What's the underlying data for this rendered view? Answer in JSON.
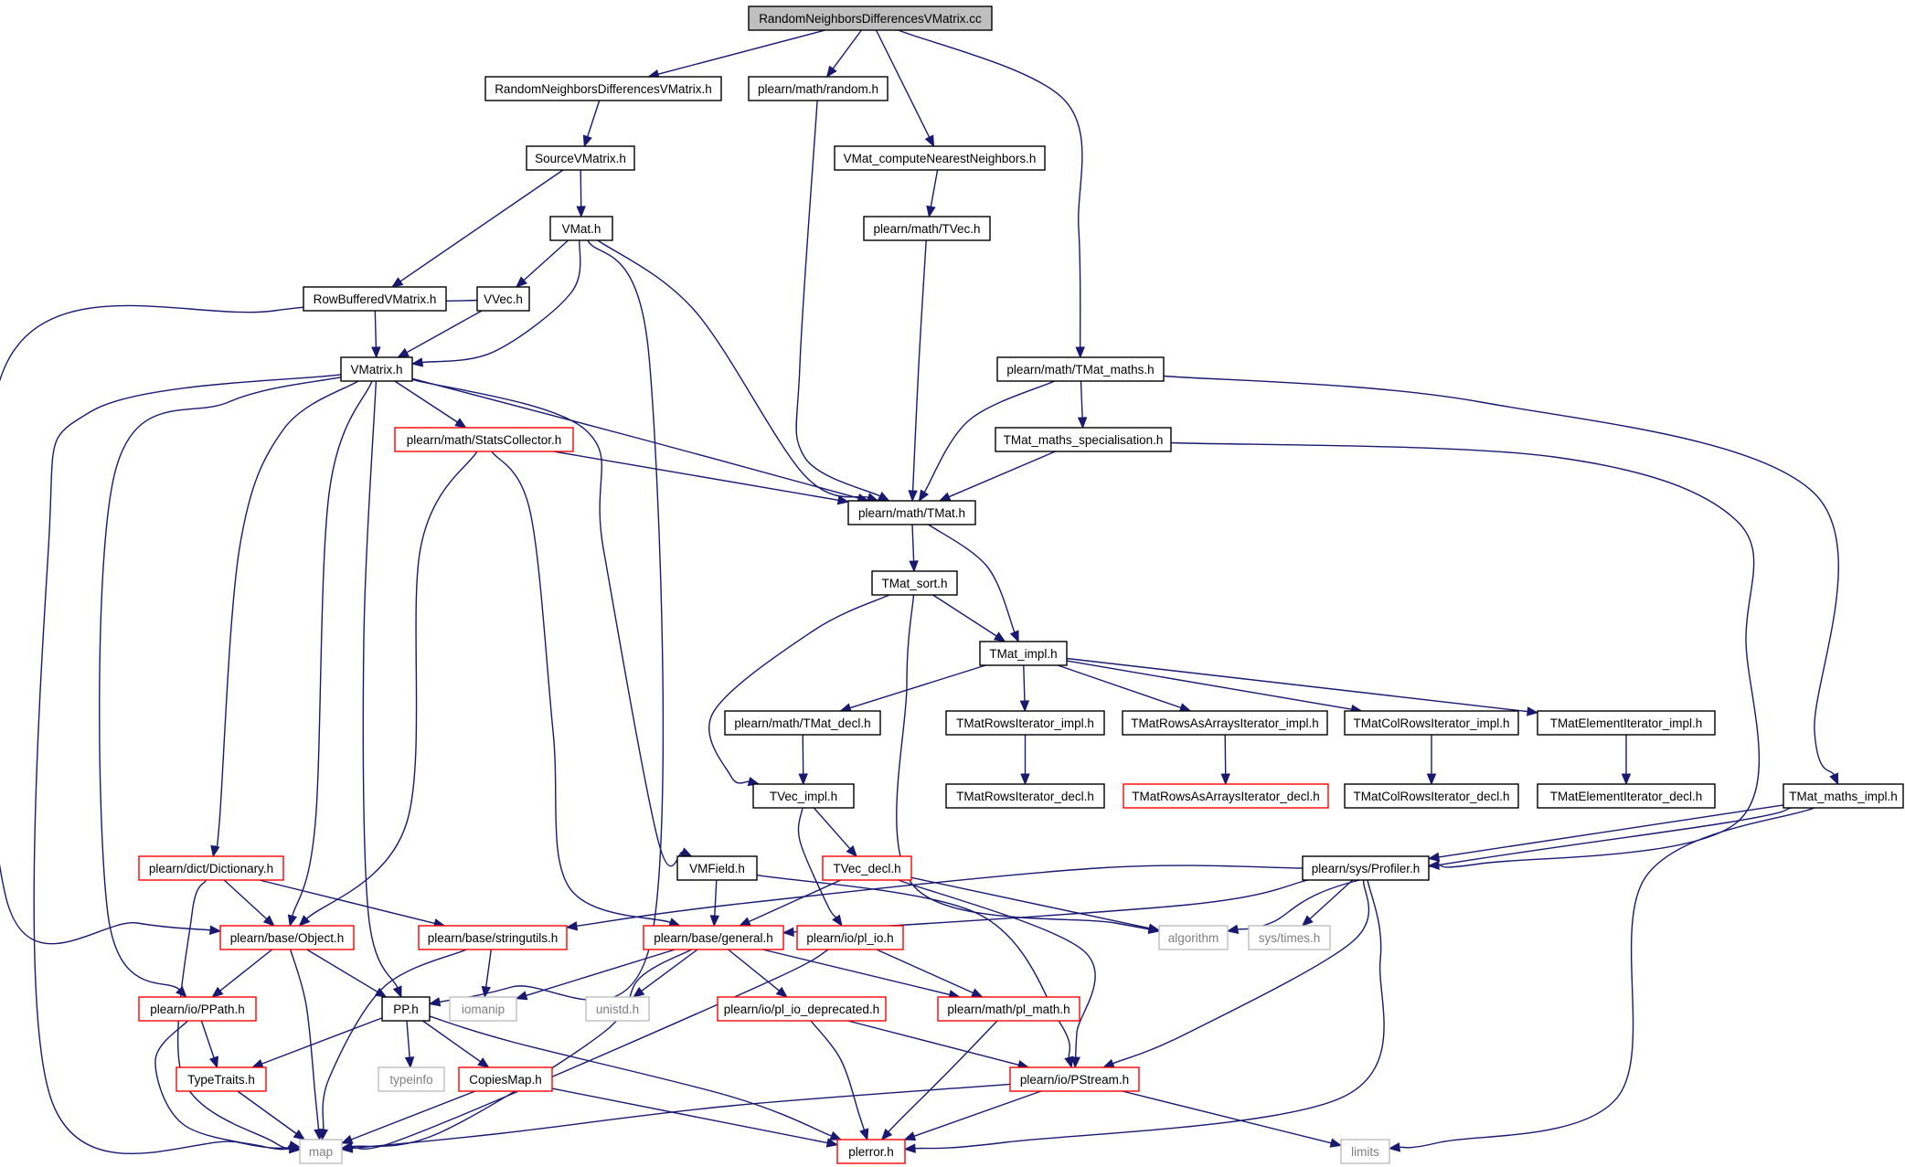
{
  "colors": {
    "edge": "#191970",
    "normal_border": "#000000",
    "truncated_border": "#ff0000",
    "external_border": "#bfbfbf",
    "root_fill": "#bfbfbf",
    "external_text": "#7f7f7f"
  },
  "nodes": [
    {
      "id": "root",
      "label": "RandomNeighborsDifferencesVMatrix.cc",
      "kind": "root"
    },
    {
      "id": "rndvm_h",
      "label": "RandomNeighborsDifferencesVMatrix.h",
      "kind": "normal"
    },
    {
      "id": "random_h",
      "label": "plearn/math/random.h",
      "kind": "normal"
    },
    {
      "id": "vmat_cnn",
      "label": "VMat_computeNearestNeighbors.h",
      "kind": "normal"
    },
    {
      "id": "sourcevm",
      "label": "SourceVMatrix.h",
      "kind": "normal"
    },
    {
      "id": "vmat_h",
      "label": "VMat.h",
      "kind": "normal"
    },
    {
      "id": "tvec_h",
      "label": "plearn/math/TVec.h",
      "kind": "normal"
    },
    {
      "id": "rowbuf",
      "label": "RowBufferedVMatrix.h",
      "kind": "normal"
    },
    {
      "id": "vvec_h",
      "label": "VVec.h",
      "kind": "normal"
    },
    {
      "id": "vmatrix_h",
      "label": "VMatrix.h",
      "kind": "normal"
    },
    {
      "id": "tmat_maths",
      "label": "plearn/math/TMat_maths.h",
      "kind": "normal"
    },
    {
      "id": "statscol",
      "label": "plearn/math/StatsCollector.h",
      "kind": "trunc"
    },
    {
      "id": "tmat_spec",
      "label": "TMat_maths_specialisation.h",
      "kind": "normal"
    },
    {
      "id": "tmat_h",
      "label": "plearn/math/TMat.h",
      "kind": "normal"
    },
    {
      "id": "tmat_sort",
      "label": "TMat_sort.h",
      "kind": "normal"
    },
    {
      "id": "tmat_impl",
      "label": "TMat_impl.h",
      "kind": "normal"
    },
    {
      "id": "tmat_decl",
      "label": "plearn/math/TMat_decl.h",
      "kind": "normal"
    },
    {
      "id": "tmrows_impl",
      "label": "TMatRowsIterator_impl.h",
      "kind": "normal"
    },
    {
      "id": "tmraa_impl",
      "label": "TMatRowsAsArraysIterator_impl.h",
      "kind": "normal"
    },
    {
      "id": "tmcol_impl",
      "label": "TMatColRowsIterator_impl.h",
      "kind": "normal"
    },
    {
      "id": "tmelem_impl",
      "label": "TMatElementIterator_impl.h",
      "kind": "normal"
    },
    {
      "id": "tvec_impl",
      "label": "TVec_impl.h",
      "kind": "normal"
    },
    {
      "id": "tmrows_decl",
      "label": "TMatRowsIterator_decl.h",
      "kind": "normal"
    },
    {
      "id": "tmraa_decl",
      "label": "TMatRowsAsArraysIterator_decl.h",
      "kind": "trunc"
    },
    {
      "id": "tmcol_decl",
      "label": "TMatColRowsIterator_decl.h",
      "kind": "normal"
    },
    {
      "id": "tmelem_decl",
      "label": "TMatElementIterator_decl.h",
      "kind": "normal"
    },
    {
      "id": "tmat_mimpl",
      "label": "TMat_maths_impl.h",
      "kind": "normal"
    },
    {
      "id": "dict_h",
      "label": "plearn/dict/Dictionary.h",
      "kind": "trunc"
    },
    {
      "id": "vmfield",
      "label": "VMField.h",
      "kind": "normal"
    },
    {
      "id": "tvec_decl",
      "label": "TVec_decl.h",
      "kind": "trunc"
    },
    {
      "id": "profiler",
      "label": "plearn/sys/Profiler.h",
      "kind": "normal"
    },
    {
      "id": "object_h",
      "label": "plearn/base/Object.h",
      "kind": "trunc"
    },
    {
      "id": "stringutils",
      "label": "plearn/base/stringutils.h",
      "kind": "trunc"
    },
    {
      "id": "general_h",
      "label": "plearn/base/general.h",
      "kind": "trunc"
    },
    {
      "id": "pl_io",
      "label": "plearn/io/pl_io.h",
      "kind": "trunc"
    },
    {
      "id": "algorithm",
      "label": "algorithm",
      "kind": "external"
    },
    {
      "id": "systimes",
      "label": "sys/times.h",
      "kind": "external"
    },
    {
      "id": "ppath",
      "label": "plearn/io/PPath.h",
      "kind": "trunc"
    },
    {
      "id": "pp_h",
      "label": "PP.h",
      "kind": "normal"
    },
    {
      "id": "iomanip",
      "label": "iomanip",
      "kind": "external"
    },
    {
      "id": "unistd",
      "label": "unistd.h",
      "kind": "external"
    },
    {
      "id": "pl_io_dep",
      "label": "plearn/io/pl_io_deprecated.h",
      "kind": "trunc"
    },
    {
      "id": "pl_math",
      "label": "plearn/math/pl_math.h",
      "kind": "trunc"
    },
    {
      "id": "typetraits",
      "label": "TypeTraits.h",
      "kind": "trunc"
    },
    {
      "id": "typeinfo",
      "label": "typeinfo",
      "kind": "external"
    },
    {
      "id": "copiesmap",
      "label": "CopiesMap.h",
      "kind": "trunc"
    },
    {
      "id": "pstream",
      "label": "plearn/io/PStream.h",
      "kind": "trunc"
    },
    {
      "id": "map",
      "label": "map",
      "kind": "external"
    },
    {
      "id": "plerror",
      "label": "plerror.h",
      "kind": "trunc"
    },
    {
      "id": "limits",
      "label": "limits",
      "kind": "external"
    }
  ]
}
